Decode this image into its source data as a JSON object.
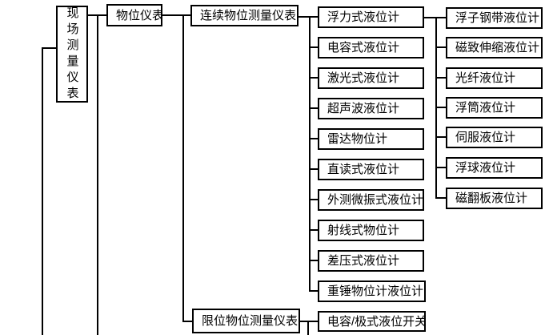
{
  "tree": {
    "root": "现场测量仪表",
    "level2": "物位仪表",
    "continuous": "连续物位测量仪表",
    "limit": "限位物位测量仪表",
    "continuous_children": [
      "浮力式液位计",
      "电容式液位计",
      "激光式液位计",
      "超声波液位计",
      "雷达物位计",
      "直读式液位计",
      "外测微振式液位计",
      "射线式物位计",
      "差压式液位计",
      "重锤物位计液位计"
    ],
    "limit_children": [
      "电容/极式液位开关"
    ],
    "buoyancy_children": [
      "浮子钢带液位计",
      "磁致伸缩液位计",
      "光纤液位计",
      "浮筒液位计",
      "伺服液位计",
      "浮球液位计",
      "磁翻板液位计"
    ]
  },
  "colors": {
    "line": "#000000",
    "text": "#000000",
    "box_background": "#ffffff",
    "page_background": "#ffffff"
  }
}
